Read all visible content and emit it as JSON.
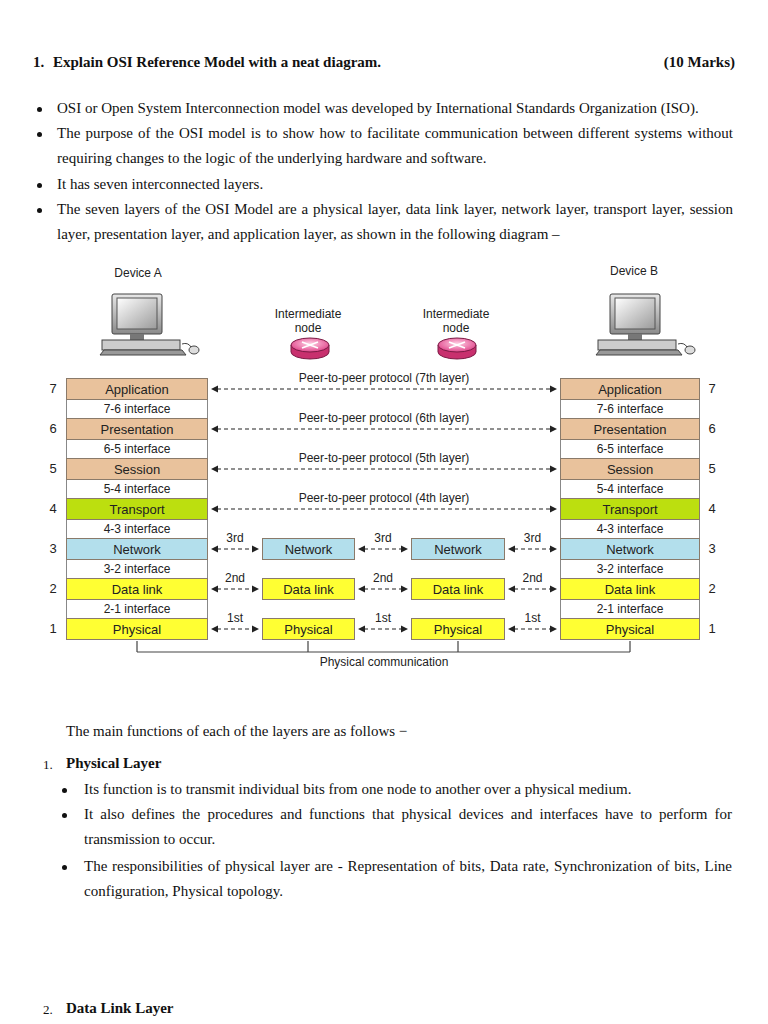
{
  "diagram": {
    "title": "Explain OSI Reference Model with a neat diagram.",
    "nodes": [
      {
        "text": [
          "Application"
        ]
      },
      {
        "text": [
          "Presentation"
        ]
      },
      {
        "text": [
          "Session"
        ]
      },
      {
        "text": [
          "Transport"
        ]
      },
      {
        "text": [
          "Network"
        ]
      },
      {
        "text": [
          "Data link"
        ]
      },
      {
        "text": [
          "Physical"
        ]
      },
      {
        "text": [
          "Network"
        ]
      },
      {
        "text": [
          "Data link"
        ]
      },
      {
        "text": [
          "Physical"
        ]
      },
      {
        "text": [
          "Network"
        ]
      },
      {
        "text": [
          "Data link"
        ]
      },
      {
        "text": [
          "Physical"
        ]
      },
      {
        "text": [
          "Application"
        ]
      },
      {
        "text": [
          "Presentation"
        ]
      },
      {
        "text": [
          "Session"
        ]
      },
      {
        "text": [
          "Transport"
        ]
      },
      {
        "text": [
          "Network"
        ]
      },
      {
        "text": [
          "Data link"
        ]
      },
      {
        "text": [
          "Physical"
        ]
      }
    ],
    "edges": [
      {
        "from": 0,
        "to": 13,
        "arrow": "both",
        "label": "Peer-to-peer protocol (7th layer)"
      },
      {
        "from": 1,
        "to": 14,
        "arrow": "both",
        "label": "Peer-to-peer protocol (6th layer)"
      },
      {
        "from": 2,
        "to": 15,
        "arrow": "both",
        "label": "Peer-to-peer protocol (5th layer)"
      },
      {
        "from": 3,
        "to": 16,
        "arrow": "both",
        "label": "Peer-to-peer protocol (4th layer)"
      },
      {
        "from": 4,
        "to": 7,
        "arrow": "both",
        "label": "3rd"
      },
      {
        "from": 7,
        "to": 10,
        "arrow": "both",
        "label": "3rd"
      },
      {
        "from": 10,
        "to": 17,
        "arrow": "both",
        "label": "3rd"
      },
      {
        "from": 5,
        "to": 8,
        "arrow": "both",
        "label": "2nd"
      },
      {
        "from": 8,
        "to": 11,
        "arrow": "both",
        "label": "2nd"
      },
      {
        "from": 11,
        "to": 18,
        "arrow": "both",
        "label": "2nd"
      },
      {
        "from": 6,
        "to": 9,
        "arrow": "both",
        "label": "1st"
      },
      {
        "from": 9,
        "to": 12,
        "arrow": "both",
        "label": "1st"
      },
      {
        "from": 12,
        "to": 19,
        "arrow": "both",
        "label": "1st"
      }
    ],
    "labels": [
      "1.",
      "(10 Marks)",
      "OSI or Open System Interconnection model was developed by International Standards Organization (ISO).",
      "The purpose of the OSI model is to show how to facilitate communication between different systems without requiring changes to the logic of the underlying hardware and software.",
      "It has seven interconnected layers.",
      "The seven layers of the OSI Model are a physical layer, data link layer, network layer, transport layer, session layer, presentation layer, and application layer, as shown in the following diagram –",
      "Device A",
      "Intermediate node",
      "Intermediate node",
      "Device B",
      "7",
      "7",
      "6",
      "6",
      "5",
      "5",
      "4",
      "4",
      "3",
      "3",
      "2",
      "2",
      "1",
      "1",
      "7-6 interface",
      "7-6 interface",
      "6-5 interface",
      "6-5 interface",
      "5-4 interface",
      "5-4 interface",
      "4-3 interface",
      "4-3 interface",
      "3-2 interface",
      "3-2 interface",
      "2-1 interface",
      "2-1 interface",
      "Physical communication",
      "The main functions of each of the layers are as follows −",
      "1.",
      "Physical Layer",
      "Its function is to transmit individual bits from one node to another over a physical medium.",
      "It also defines the procedures and functions that physical devices and interfaces have to perform for transmission to occur.",
      "The responsibilities of physical layer are - Representation of bits, Data rate, Synchronization of bits, Line configuration, Physical topology.",
      "2.",
      "Data Link Layer"
    ]
  }
}
